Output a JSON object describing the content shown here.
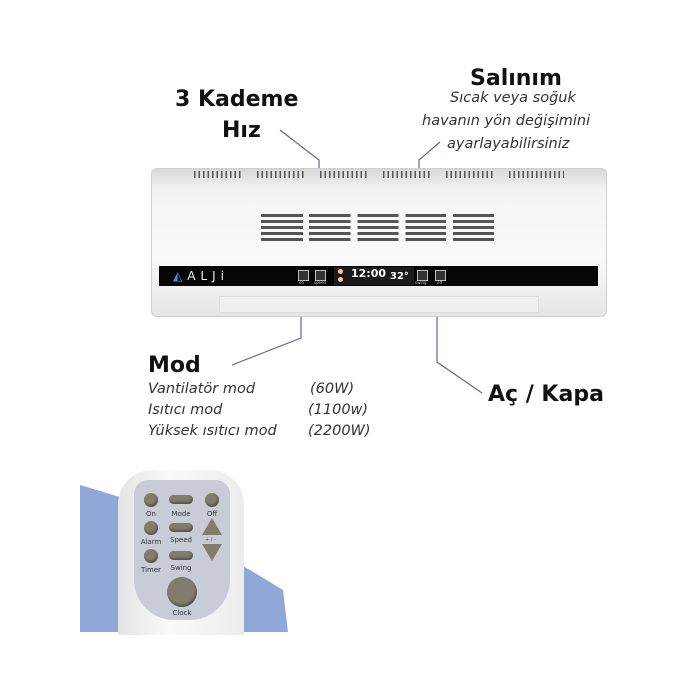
{
  "speed_callout": {
    "line1": "3 Kademe",
    "line2": "Hız"
  },
  "swing_callout": {
    "title": "Salınım",
    "desc": [
      "Sıcak veya soğuk",
      "havanın yön değişimini",
      "ayarlayabilirsiniz"
    ]
  },
  "mode_callout": {
    "title": "Mod",
    "modes": [
      {
        "name": "Vantilatör mod",
        "power": "(60W)"
      },
      {
        "name": "Isıtıcı mod",
        "power": "(1100w)"
      },
      {
        "name": "Yüksek ısıtıcı mod",
        "power": "(2200W)"
      }
    ]
  },
  "power_callout": {
    "title": "Aç / Kapa"
  },
  "heater": {
    "brand": "ALJi",
    "buttons": [
      "on",
      "speed",
      "swing",
      "off"
    ],
    "clock": "12:00",
    "temperature": "32°"
  },
  "remote": {
    "buttons": [
      "On",
      "Mode",
      "Off",
      "Alarm",
      "Speed",
      "Timer",
      "Swing",
      "Clock"
    ],
    "updown_label": "+ / -"
  },
  "colors": {
    "callout_line": "#5b6a9c",
    "accent_blue": "#8fa8d8"
  }
}
